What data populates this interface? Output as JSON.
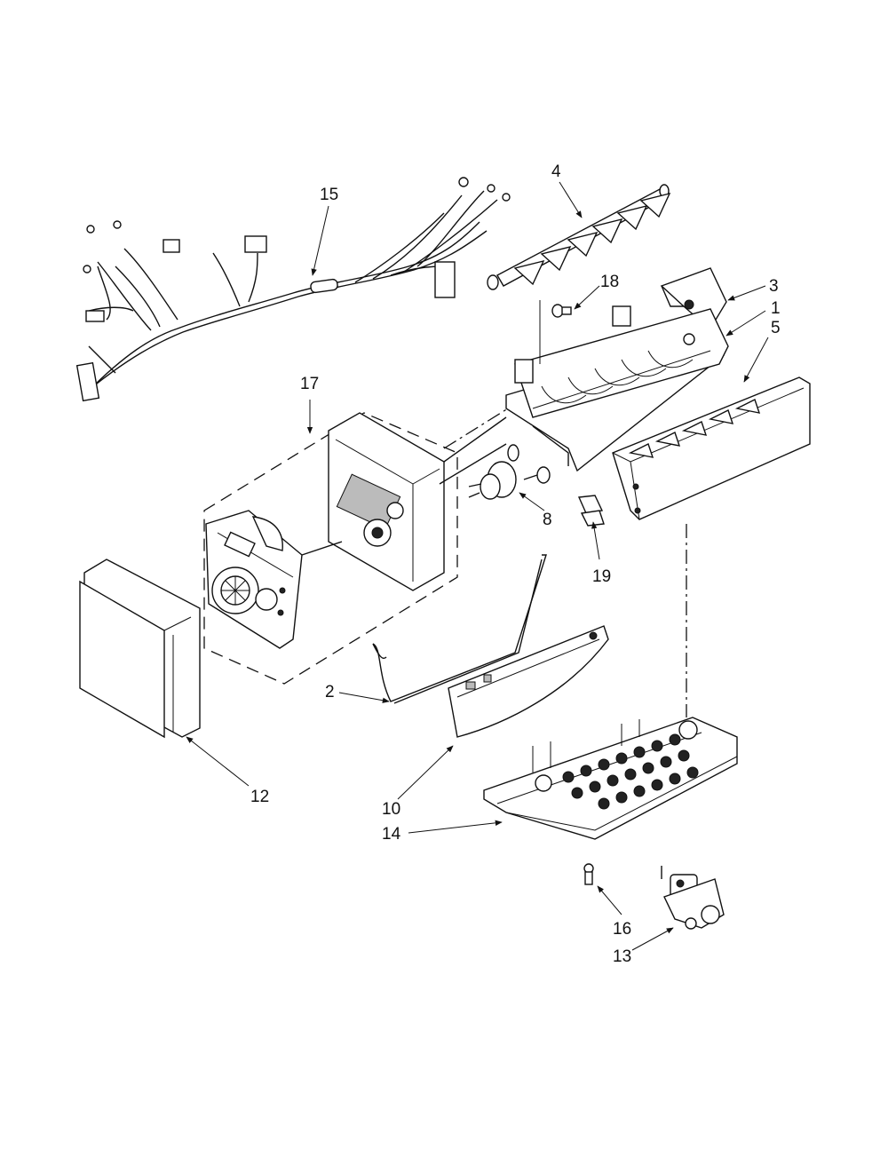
{
  "callouts": {
    "c1": "1",
    "c2": "2",
    "c3": "3",
    "c4": "4",
    "c5": "5",
    "c8": "8",
    "c10": "10",
    "c12": "12",
    "c13": "13",
    "c14": "14",
    "c15": "15",
    "c16": "16",
    "c17": "17",
    "c18": "18",
    "c19": "19"
  }
}
